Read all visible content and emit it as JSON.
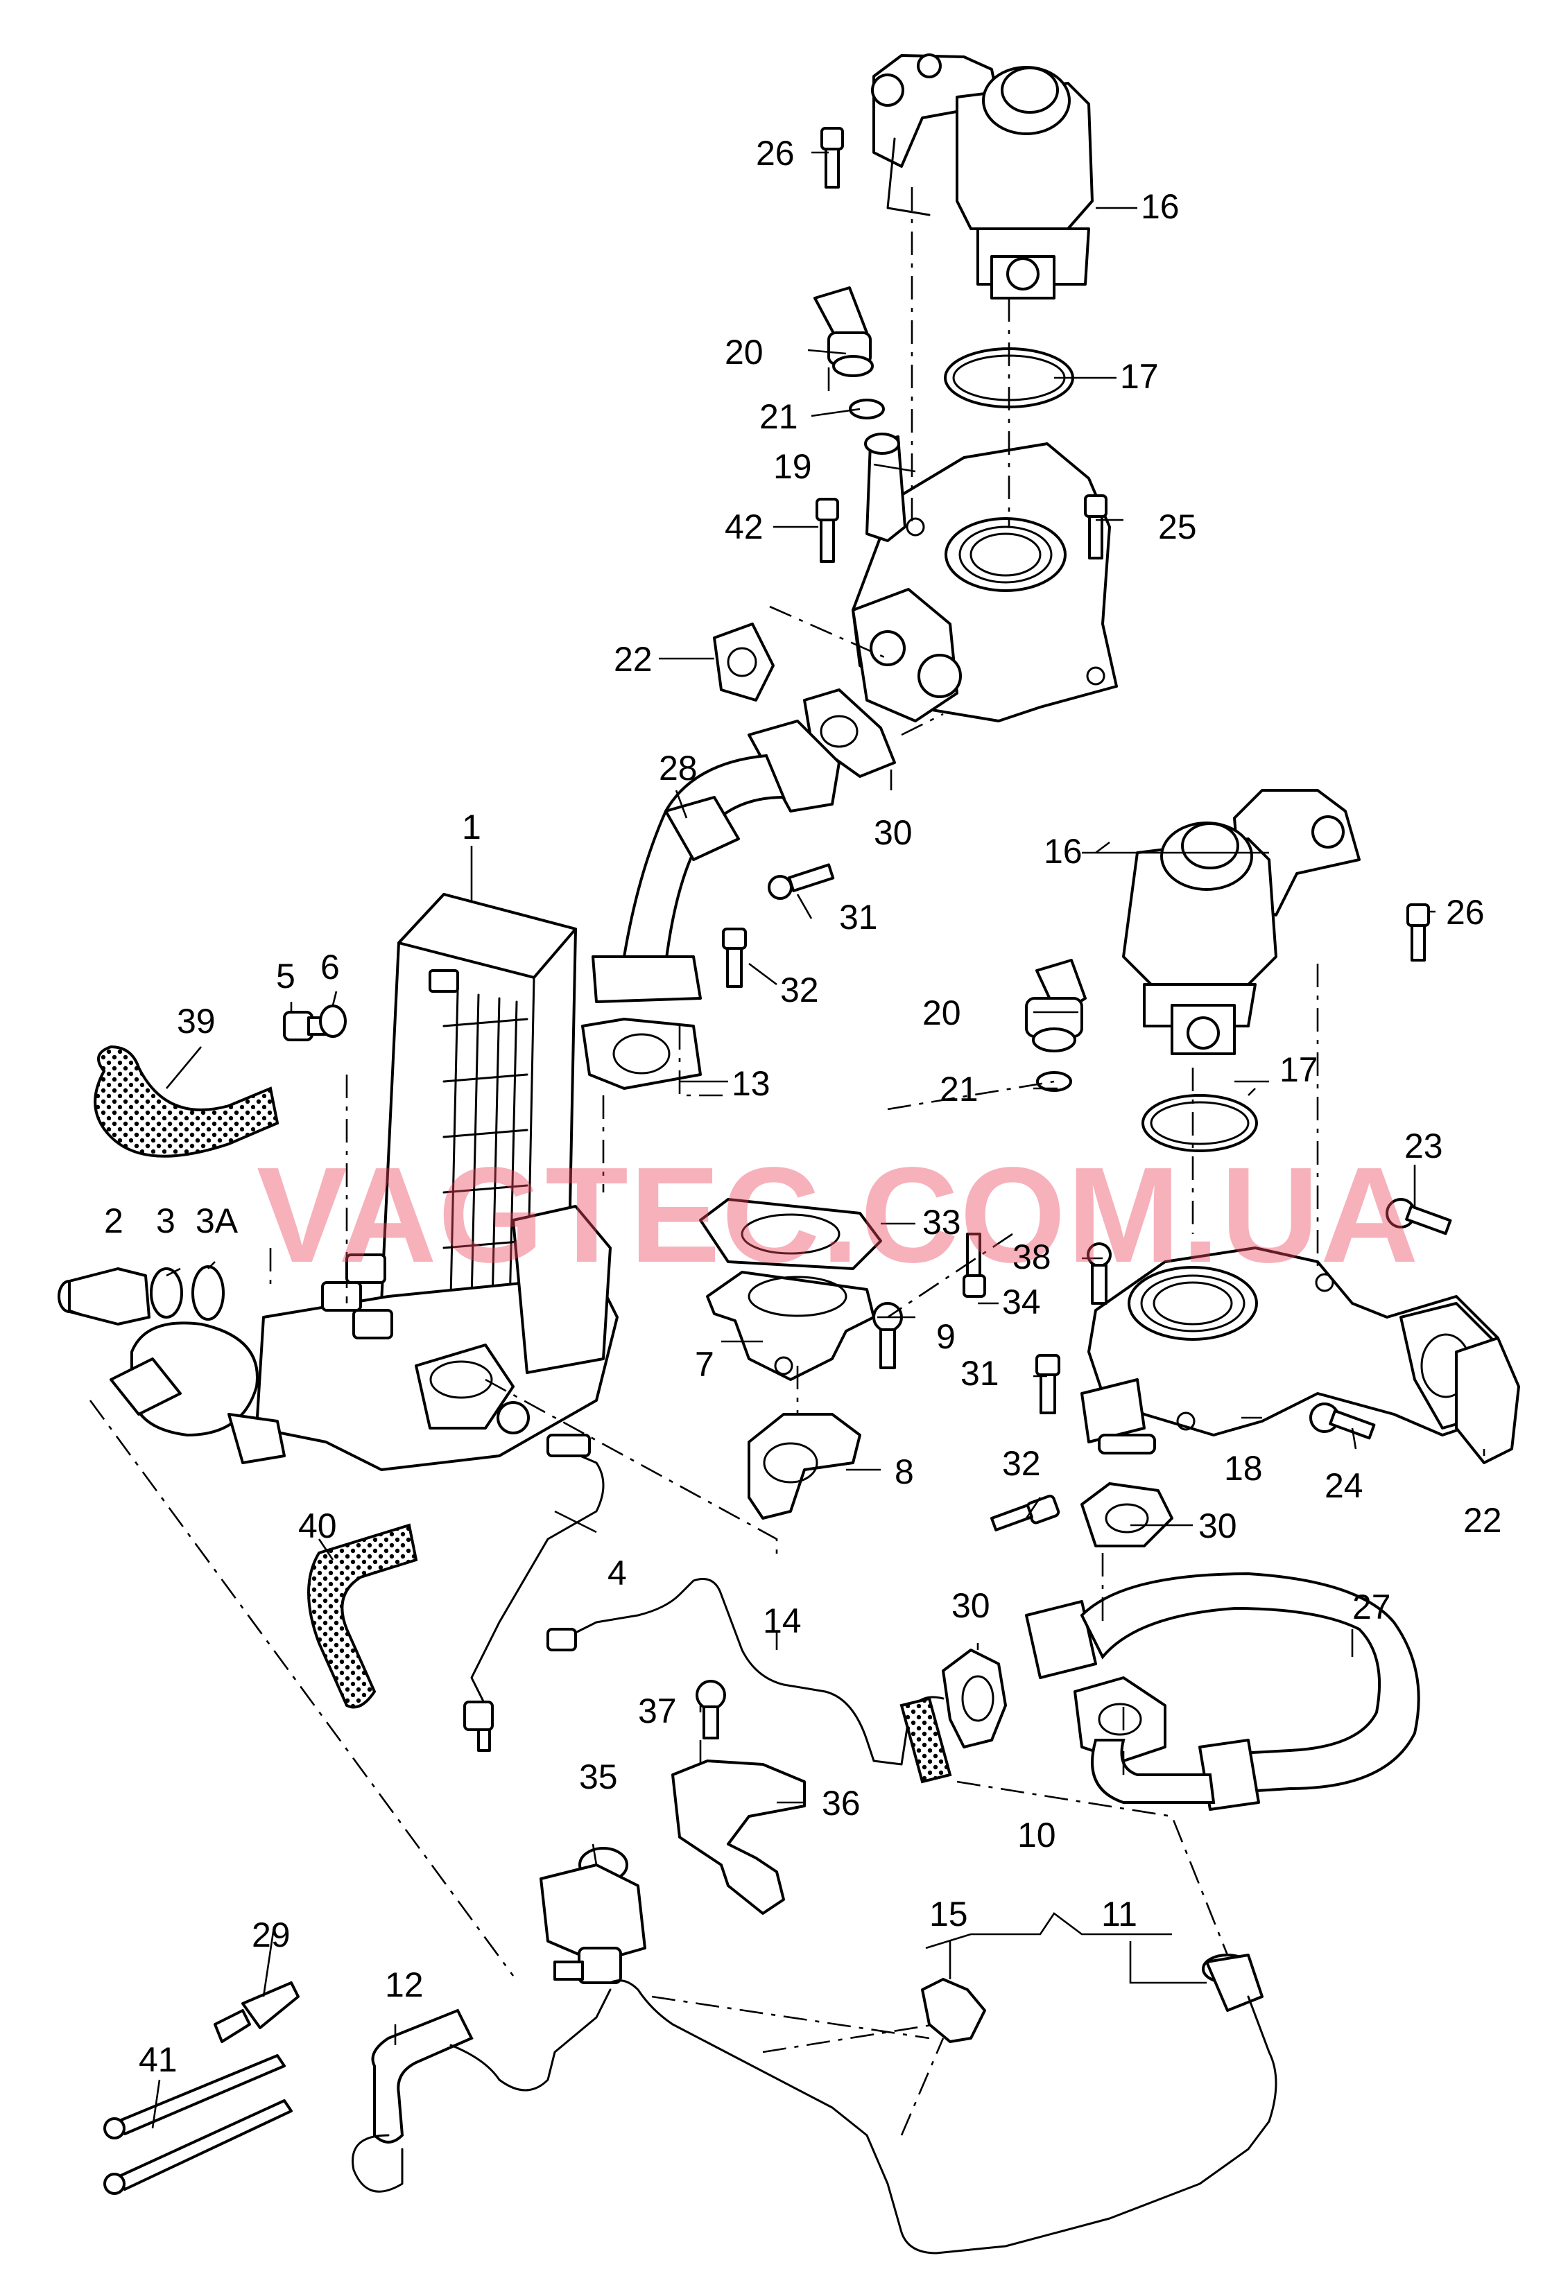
{
  "watermark": "VAGTEC.COM.UA",
  "callouts": {
    "p1": "1",
    "p2": "2",
    "p3": "3",
    "p3a": "3A",
    "p4": "4",
    "p5": "5",
    "p6": "6",
    "p7": "7",
    "p8": "8",
    "p9": "9",
    "p10": "10",
    "p11": "11",
    "p12": "12",
    "p13": "13",
    "p14": "14",
    "p15": "15",
    "p16a": "16",
    "p16b": "16",
    "p17a": "17",
    "p17b": "17",
    "p18": "18",
    "p19": "19",
    "p20a": "20",
    "p20b": "20",
    "p21a": "21",
    "p21b": "21",
    "p22a": "22",
    "p22b": "22",
    "p23": "23",
    "p24": "24",
    "p25": "25",
    "p26a": "26",
    "p26b": "26",
    "p27": "27",
    "p28": "28",
    "p29": "29",
    "p30a": "30",
    "p30b": "30",
    "p30c": "30",
    "p31a": "31",
    "p31b": "31",
    "p32a": "32",
    "p32b": "32",
    "p33": "33",
    "p34": "34",
    "p35": "35",
    "p36": "36",
    "p37": "37",
    "p38": "38",
    "p39": "39",
    "p40": "40",
    "p41": "41",
    "p42": "42"
  }
}
